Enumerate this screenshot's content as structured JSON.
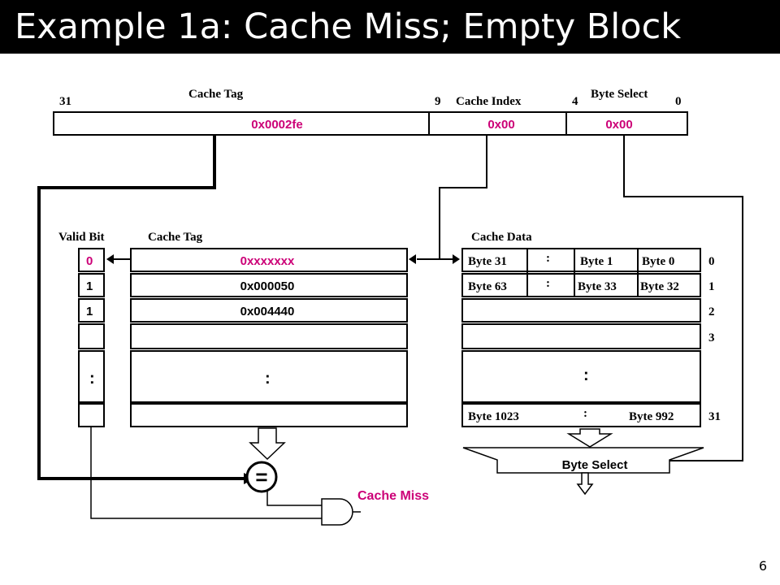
{
  "slide": {
    "title": "Example 1a:  Cache Miss; Empty Block",
    "page_number": "6"
  },
  "address": {
    "bit_31": "31",
    "bit_9": "9",
    "bit_4": "4",
    "bit_0": "0",
    "tag_label": "Cache Tag",
    "index_label": "Cache Index",
    "byte_select_label": "Byte Select",
    "tag_value": "0x0002fe",
    "index_value": "0x00",
    "byte_select_value": "0x00"
  },
  "cache": {
    "valid_label": "Valid Bit",
    "tag_label": "Cache Tag",
    "data_label": "Cache Data",
    "valid_bits": [
      "0",
      "1",
      "1"
    ],
    "tags": [
      "0xxxxxxx",
      "0x000050",
      "0x004440"
    ],
    "data_row0": [
      "Byte 31",
      "Byte 1",
      "Byte 0"
    ],
    "data_row1": [
      "Byte 63",
      "Byte 33",
      "Byte 32"
    ],
    "data_last": [
      "Byte 1023",
      "Byte 992"
    ],
    "row_indices": [
      "0",
      "1",
      "2",
      "3",
      "31"
    ],
    "dots_2": ": ",
    "dots_3": ":"
  },
  "logic": {
    "compare_symbol": "=",
    "byte_select_mux": "Byte Select",
    "result_label": "Cache Miss"
  },
  "colors": {
    "highlight": "#cc0077",
    "black": "#000000"
  }
}
